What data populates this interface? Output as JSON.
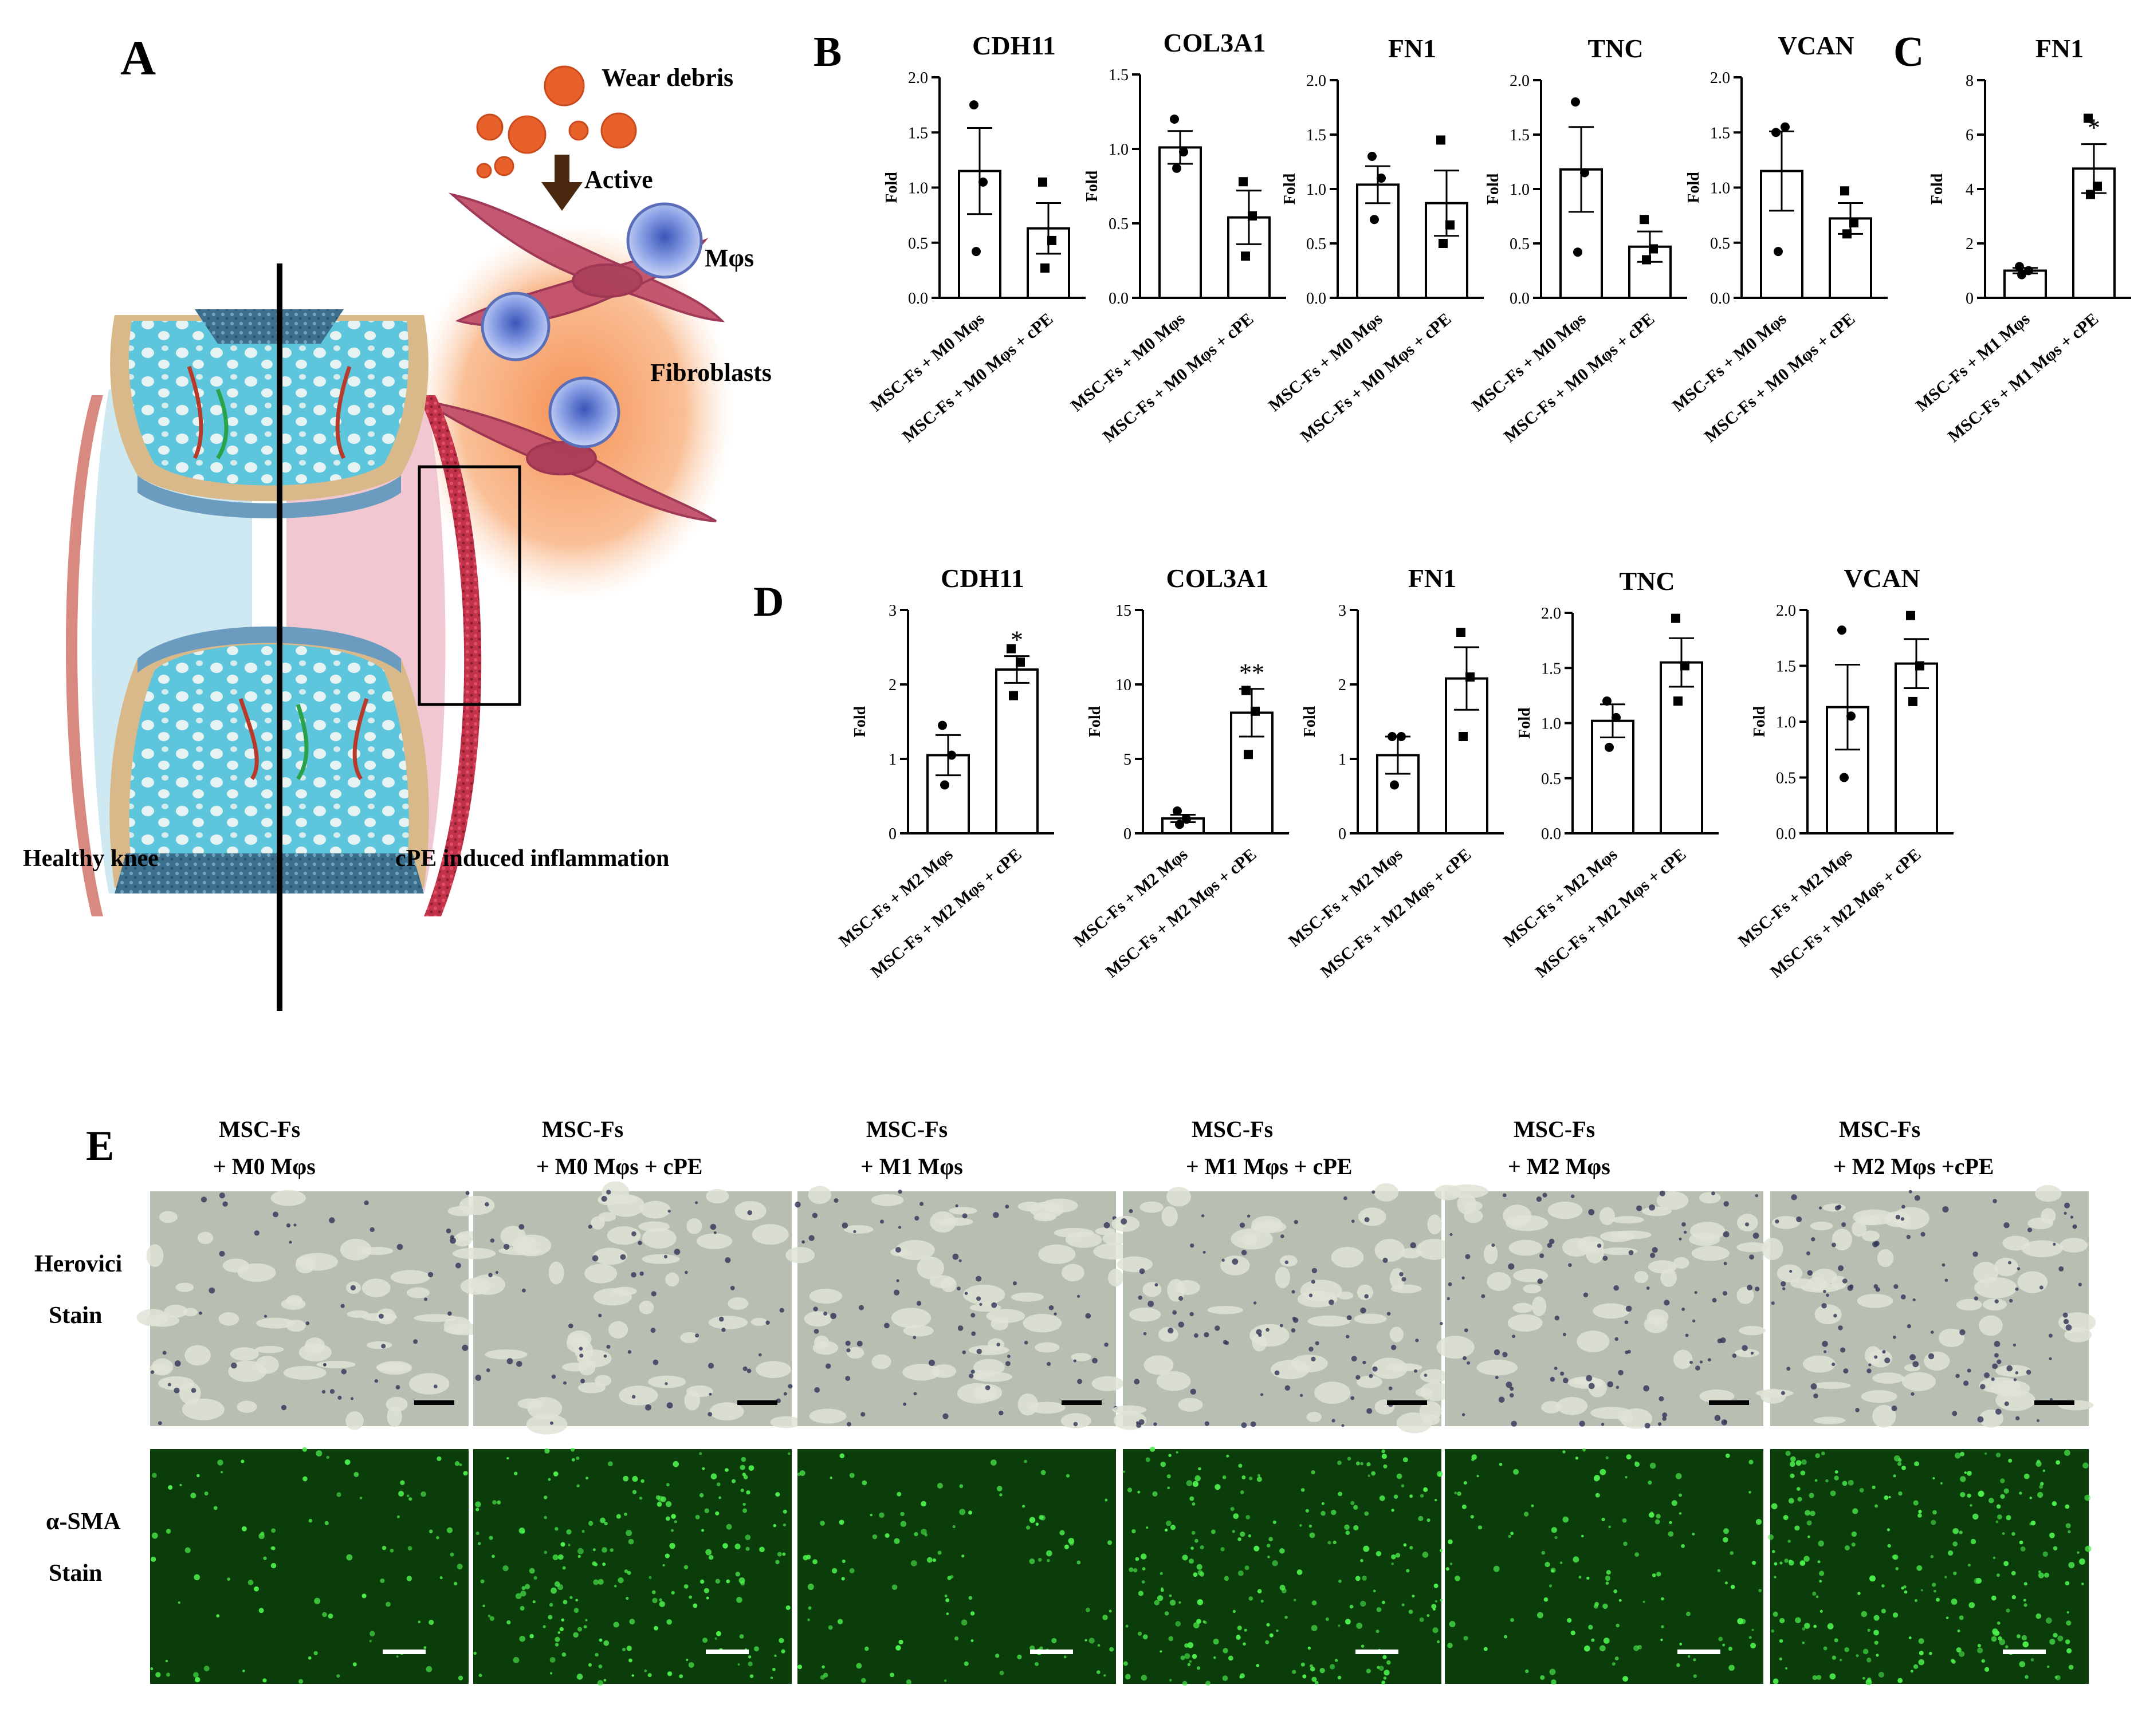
{
  "panel_letters": {
    "a": "A",
    "b": "B",
    "c": "C",
    "d": "D",
    "e": "E"
  },
  "schematic": {
    "wear_debris": "Wear debris",
    "active": "Active",
    "macrophages": "Mφs",
    "fibroblasts": "Fibroblasts",
    "healthy_knee": "Healthy knee",
    "cpe_inflammation": "cPE induced inflammation",
    "colors": {
      "debris": "#e8602a",
      "glow": "#f7a46a",
      "fibroblast": "#c2506a",
      "macrophage": "#6c86d6",
      "cartilage": "#5ec6dc",
      "bone": "#d9b98a",
      "synovium": "#c23248"
    }
  },
  "y_axis_label": "Fold",
  "chart_data": [
    {
      "panel": "B",
      "type": "bar",
      "title": "CDH11",
      "ylabel": "Fold",
      "ylim": [
        0,
        2.0
      ],
      "yticks": [
        "0.0",
        "0.5",
        "1.0",
        "1.5",
        "2.0"
      ],
      "categories": [
        "MSC-Fs + M0 Mφs",
        "MSC-Fs + M0 Mφs + cPE"
      ],
      "values": [
        1.15,
        0.63
      ],
      "sem": [
        0.39,
        0.23
      ],
      "points": [
        [
          1.75,
          1.05,
          0.42
        ],
        [
          1.05,
          0.52,
          0.27
        ]
      ],
      "significance": [
        "",
        ""
      ]
    },
    {
      "panel": "B",
      "type": "bar",
      "title": "COL3A1",
      "ylabel": "Fold",
      "ylim": [
        0,
        1.5
      ],
      "yticks": [
        "0.0",
        "0.5",
        "1.0",
        "1.5"
      ],
      "categories": [
        "MSC-Fs + M0 Mφs",
        "MSC-Fs + M0 Mφs + cPE"
      ],
      "values": [
        1.01,
        0.54
      ],
      "sem": [
        0.11,
        0.18
      ],
      "points": [
        [
          1.2,
          0.98,
          0.87
        ],
        [
          0.78,
          0.55,
          0.28
        ]
      ],
      "significance": [
        "",
        ""
      ]
    },
    {
      "panel": "B",
      "type": "bar",
      "title": "FN1",
      "ylabel": "Fold",
      "ylim": [
        0,
        2.0
      ],
      "yticks": [
        "0.0",
        "0.5",
        "1.0",
        "1.5",
        "2.0"
      ],
      "categories": [
        "MSC-Fs + M0 Mφs",
        "MSC-Fs + M0 Mφs + cPE"
      ],
      "values": [
        1.04,
        0.87
      ],
      "sem": [
        0.17,
        0.3
      ],
      "points": [
        [
          1.3,
          1.1,
          0.72
        ],
        [
          1.45,
          0.67,
          0.5
        ]
      ],
      "significance": [
        "",
        ""
      ]
    },
    {
      "panel": "B",
      "type": "bar",
      "title": "TNC",
      "ylabel": "Fold",
      "ylim": [
        0,
        2.0
      ],
      "yticks": [
        "0.0",
        "0.5",
        "1.0",
        "1.5",
        "2.0"
      ],
      "categories": [
        "MSC-Fs + M0 Mφs",
        "MSC-Fs + M0 Mφs + cPE"
      ],
      "values": [
        1.18,
        0.47
      ],
      "sem": [
        0.39,
        0.14
      ],
      "points": [
        [
          1.8,
          1.15,
          0.42
        ],
        [
          0.72,
          0.45,
          0.35
        ]
      ],
      "significance": [
        "",
        ""
      ]
    },
    {
      "panel": "B",
      "type": "bar",
      "title": "VCAN",
      "ylabel": "Fold",
      "ylim": [
        0,
        2.0
      ],
      "yticks": [
        "0.0",
        "0.5",
        "1.0",
        "1.5",
        "2.0"
      ],
      "categories": [
        "MSC-Fs + M0 Mφs",
        "MSC-Fs + M0 Mφs + cPE"
      ],
      "values": [
        1.15,
        0.72
      ],
      "sem": [
        0.36,
        0.14
      ],
      "points": [
        [
          1.5,
          1.55,
          0.42
        ],
        [
          0.97,
          0.68,
          0.58
        ]
      ],
      "significance": [
        "",
        ""
      ]
    },
    {
      "panel": "C",
      "type": "bar",
      "title": "FN1",
      "ylabel": "Fold",
      "ylim": [
        0,
        8
      ],
      "yticks": [
        "0",
        "2",
        "4",
        "6",
        "8"
      ],
      "categories": [
        "MSC-Fs + M1 Mφs",
        "MSC-Fs + M1 Mφs + cPE"
      ],
      "values": [
        1.0,
        4.75
      ],
      "sem": [
        0.1,
        0.9
      ],
      "points": [
        [
          1.15,
          1.0,
          0.85
        ],
        [
          6.6,
          4.1,
          3.8
        ]
      ],
      "significance": [
        "",
        "*"
      ]
    },
    {
      "panel": "D",
      "type": "bar",
      "title": "CDH11",
      "ylabel": "Fold",
      "ylim": [
        0,
        3
      ],
      "yticks": [
        "0",
        "1",
        "2",
        "3"
      ],
      "categories": [
        "MSC-Fs + M2 Mφs",
        "MSC-Fs + M2 Mφs + cPE"
      ],
      "values": [
        1.05,
        2.2
      ],
      "sem": [
        0.27,
        0.18
      ],
      "points": [
        [
          1.45,
          1.05,
          0.65
        ],
        [
          2.48,
          2.3,
          1.85
        ]
      ],
      "significance": [
        "",
        "*"
      ]
    },
    {
      "panel": "D",
      "type": "bar",
      "title": "COL3A1",
      "ylabel": "Fold",
      "ylim": [
        0,
        15
      ],
      "yticks": [
        "0",
        "5",
        "10",
        "15"
      ],
      "categories": [
        "MSC-Fs + M2 Mφs",
        "MSC-Fs + M2 Mφs + cPE"
      ],
      "values": [
        1.0,
        8.1
      ],
      "sem": [
        0.25,
        1.6
      ],
      "points": [
        [
          1.5,
          0.95,
          0.6
        ],
        [
          9.6,
          8.2,
          5.3
        ]
      ],
      "significance": [
        "",
        "**"
      ]
    },
    {
      "panel": "D",
      "type": "bar",
      "title": "FN1",
      "ylabel": "Fold",
      "ylim": [
        0,
        3
      ],
      "yticks": [
        "0",
        "1",
        "2",
        "3"
      ],
      "categories": [
        "MSC-Fs + M2 Mφs",
        "MSC-Fs + M2 Mφs + cPE"
      ],
      "values": [
        1.05,
        2.08
      ],
      "sem": [
        0.25,
        0.42
      ],
      "points": [
        [
          1.3,
          1.3,
          0.65
        ],
        [
          2.7,
          2.1,
          1.3
        ]
      ],
      "significance": [
        "",
        ""
      ]
    },
    {
      "panel": "D",
      "type": "bar",
      "title": "TNC",
      "ylabel": "Fold",
      "ylim": [
        0,
        2.0
      ],
      "yticks": [
        "0.0",
        "0.5",
        "1.0",
        "1.5",
        "2.0"
      ],
      "categories": [
        "MSC-Fs + M2 Mφs",
        "MSC-Fs + M2 Mφs + cPE"
      ],
      "values": [
        1.02,
        1.55
      ],
      "sem": [
        0.15,
        0.22
      ],
      "points": [
        [
          1.2,
          1.05,
          0.78
        ],
        [
          1.95,
          1.52,
          1.2
        ]
      ],
      "significance": [
        "",
        ""
      ]
    },
    {
      "panel": "D",
      "type": "bar",
      "title": "VCAN",
      "ylabel": "Fold",
      "ylim": [
        0,
        2.0
      ],
      "yticks": [
        "0.0",
        "0.5",
        "1.0",
        "1.5",
        "2.0"
      ],
      "categories": [
        "MSC-Fs + M2 Mφs",
        "MSC-Fs + M2 Mφs + cPE"
      ],
      "values": [
        1.13,
        1.52
      ],
      "sem": [
        0.38,
        0.22
      ],
      "points": [
        [
          1.82,
          1.05,
          0.5
        ],
        [
          1.95,
          1.5,
          1.18
        ]
      ],
      "significance": [
        "",
        ""
      ]
    }
  ],
  "panel_e": {
    "columns": [
      {
        "line1": "MSC-Fs",
        "line2": "+ M0 Mφs"
      },
      {
        "line1": "MSC-Fs",
        "line2": "+ M0 Mφs + cPE"
      },
      {
        "line1": "MSC-Fs",
        "line2": "+ M1 Mφs"
      },
      {
        "line1": "MSC-Fs",
        "line2": "+ M1 Mφs + cPE"
      },
      {
        "line1": "MSC-Fs",
        "line2": "+ M2 Mφs"
      },
      {
        "line1": "MSC-Fs",
        "line2": "+ M2 Mφs +cPE"
      }
    ],
    "rows": [
      {
        "line1": "Herovici",
        "line2": "Stain"
      },
      {
        "line1": "α-SMA",
        "line2": "Stain"
      }
    ],
    "colors": {
      "herovici_bg": "#b7bfb3",
      "herovici_cell": "#2f3356",
      "herovici_light": "#dfe3d6",
      "fluor_bg": "#0b3d0b",
      "fluor_cell": "#4cf04c",
      "scale_bar_dark": "#000000",
      "scale_bar_light": "#ffffff"
    }
  }
}
